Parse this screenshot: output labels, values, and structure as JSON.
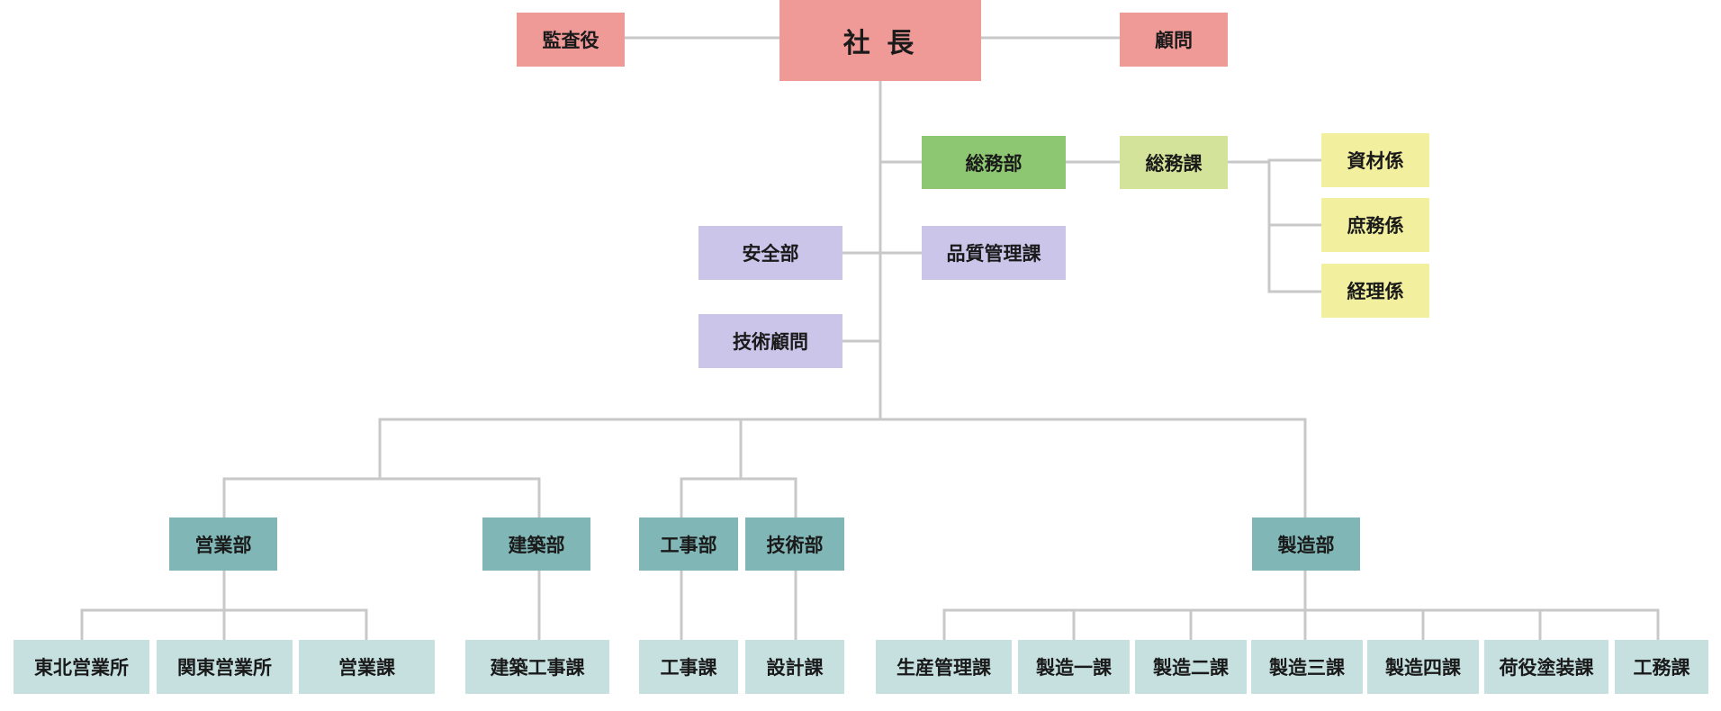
{
  "org": {
    "ceo": "社 長",
    "auditor": "監査役",
    "advisor": "顧問",
    "general_affairs_dept": "総務部",
    "general_affairs_section": "総務課",
    "materials_unit": "資材係",
    "clerical_unit": "庶務係",
    "accounting_unit": "経理係",
    "safety_dept": "安全部",
    "quality_section": "品質管理課",
    "technical_advisor": "技術顧問",
    "sales_dept": "営業部",
    "architecture_dept": "建築部",
    "construction_dept": "工事部",
    "engineering_dept": "技術部",
    "manufacturing_dept": "製造部",
    "tohoku_office": "東北営業所",
    "kanto_office": "関東営業所",
    "sales_section": "営業課",
    "building_construction_section": "建築工事課",
    "construction_section": "工事課",
    "design_section": "設計課",
    "production_control_section": "生産管理課",
    "manufacturing_1": "製造一課",
    "manufacturing_2": "製造二課",
    "manufacturing_3": "製造三課",
    "manufacturing_4": "製造四課",
    "painting_section": "荷役塗装課",
    "works_section": "工務課"
  },
  "colors": {
    "line": "#c8c8c8",
    "executive": "#f09a98",
    "general_affairs": "#8dc771",
    "section": "#d3e49a",
    "unit": "#f2ef9f",
    "staff": "#cbc5ea",
    "department": "#80b7b6",
    "subsection": "#c6e0e0"
  }
}
